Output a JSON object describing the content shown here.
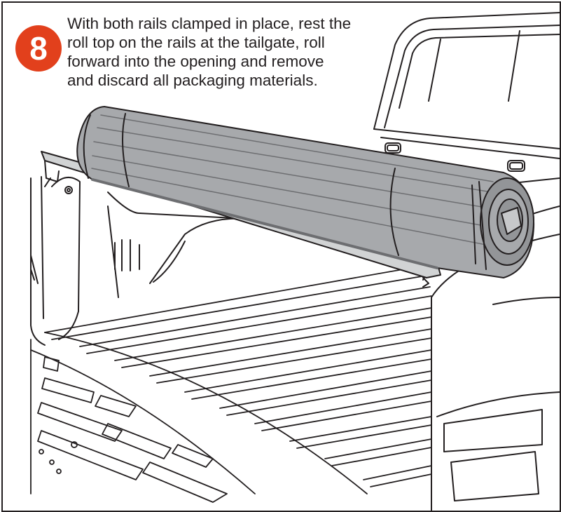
{
  "step": {
    "number": "8",
    "badge_color": "#e2401c",
    "instruction_lines": [
      "With both rails clamped in place, rest the",
      "roll top on the rails at the tailgate, roll",
      "forward into the opening and remove",
      "and discard all packaging materials."
    ]
  },
  "illustration": {
    "subject": "rolled tonneau cover resting on truck bed rails",
    "line_color": "#231f20",
    "roll_color": "#a7a9ac",
    "roll_shadow_color": "#6d6e71"
  }
}
